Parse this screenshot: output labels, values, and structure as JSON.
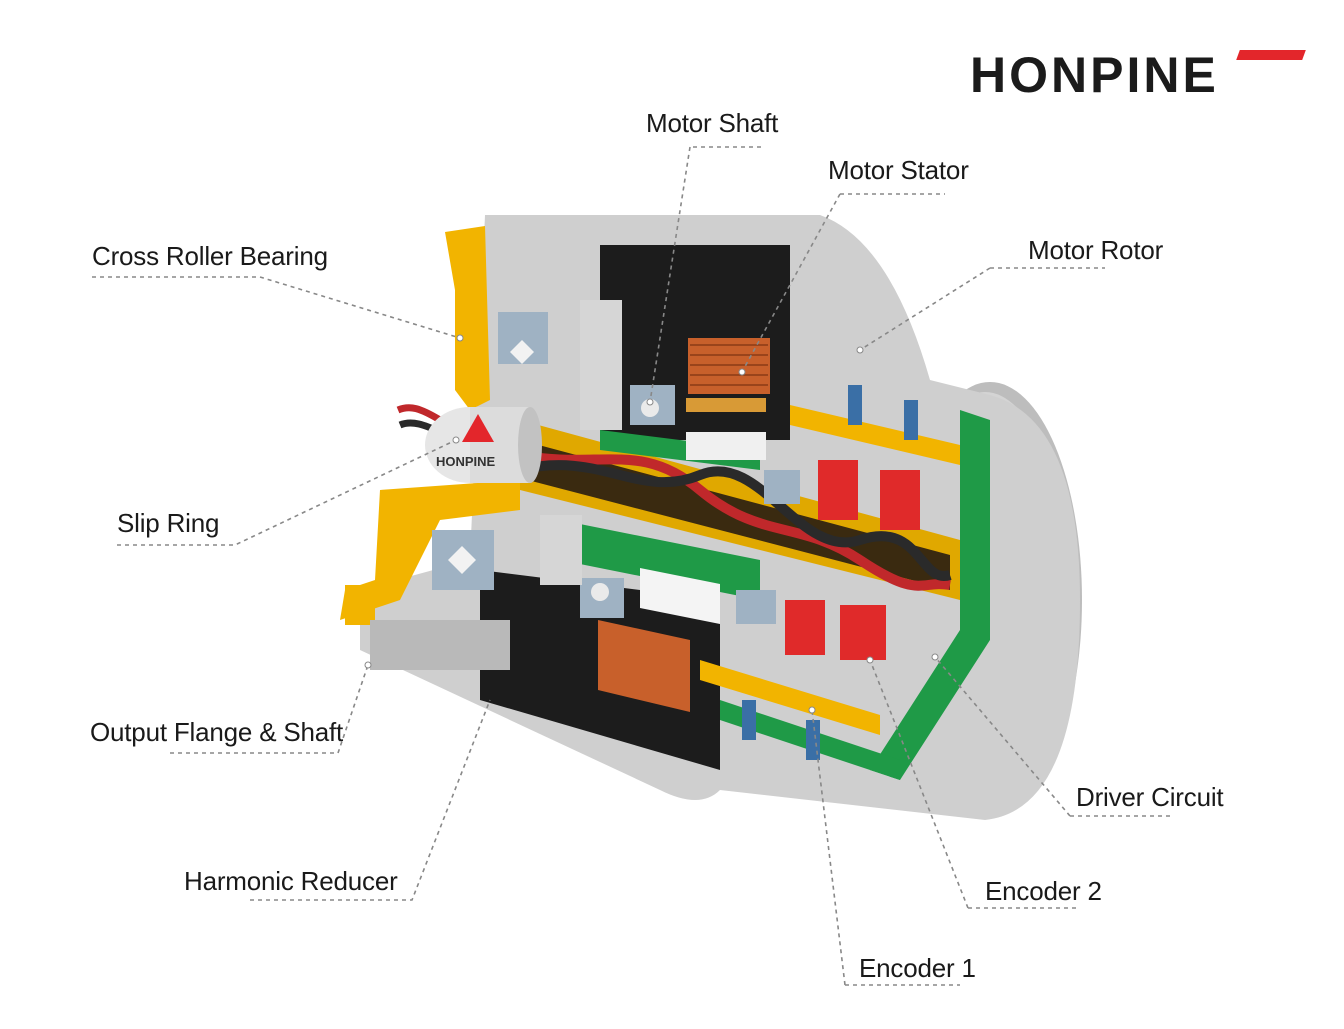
{
  "brand": {
    "name": "HONPINE",
    "accent_color": "#e3262b"
  },
  "device_brand": "HONPINE",
  "labels": {
    "motor_shaft": "Motor Shaft",
    "motor_stator": "Motor Stator",
    "motor_rotor": "Motor Rotor",
    "cross_roller_bearing": "Cross Roller Bearing",
    "slip_ring": "Slip Ring",
    "output_flange_shaft": "Output Flange & Shaft",
    "harmonic_reducer": "Harmonic Reducer",
    "driver_circuit": "Driver Circuit",
    "encoder_2": "Encoder 2",
    "encoder_1": "Encoder 1"
  },
  "colors": {
    "housing": "#c9c9c9",
    "flange": "#f2b400",
    "pcb": "#1f9a47",
    "copper": "#c8602b",
    "core": "#1b1b1b",
    "connector": "#e02a2a"
  }
}
